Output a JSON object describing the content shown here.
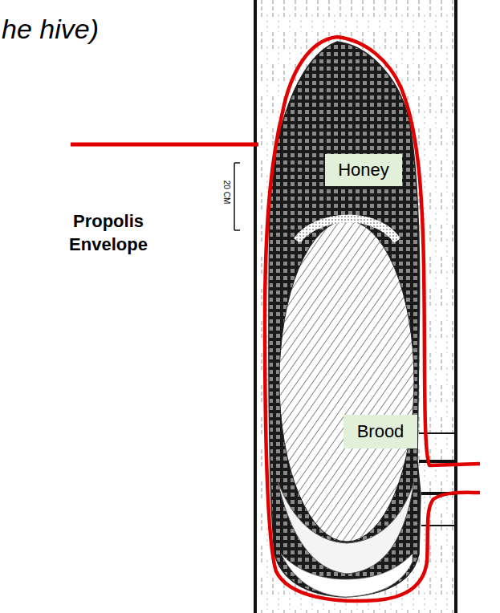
{
  "diagram": {
    "nodes": [
      {
        "text": [
          "Honey"
        ]
      },
      {
        "text": [
          "Brood"
        ]
      }
    ],
    "labels": [
      "he hive)",
      "Propolis Envelope",
      "20 CM"
    ]
  }
}
